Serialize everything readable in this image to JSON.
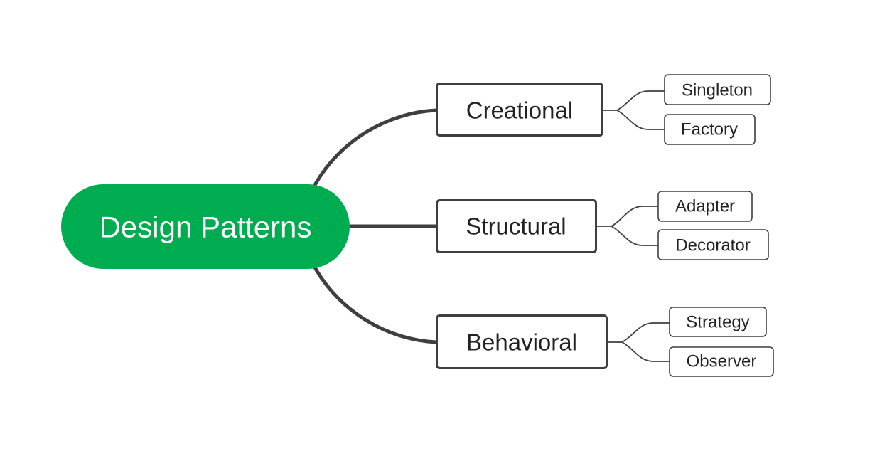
{
  "colors": {
    "root_fill": "#00AC50",
    "root_text": "#FFFFFF",
    "node_border": "#3F3F3F",
    "node_fill": "#FFFFFF",
    "main_connector": "#3F3F3F",
    "leaf_connector": "#3F3F3F",
    "text": "#222222",
    "background": "#FFFFFF"
  },
  "root": {
    "label": "Design Patterns",
    "branches": [
      {
        "label": "Creational",
        "children": [
          "Singleton",
          "Factory"
        ]
      },
      {
        "label": "Structural",
        "children": [
          "Adapter",
          "Decorator"
        ]
      },
      {
        "label": "Behavioral",
        "children": [
          "Strategy",
          "Observer"
        ]
      }
    ]
  }
}
